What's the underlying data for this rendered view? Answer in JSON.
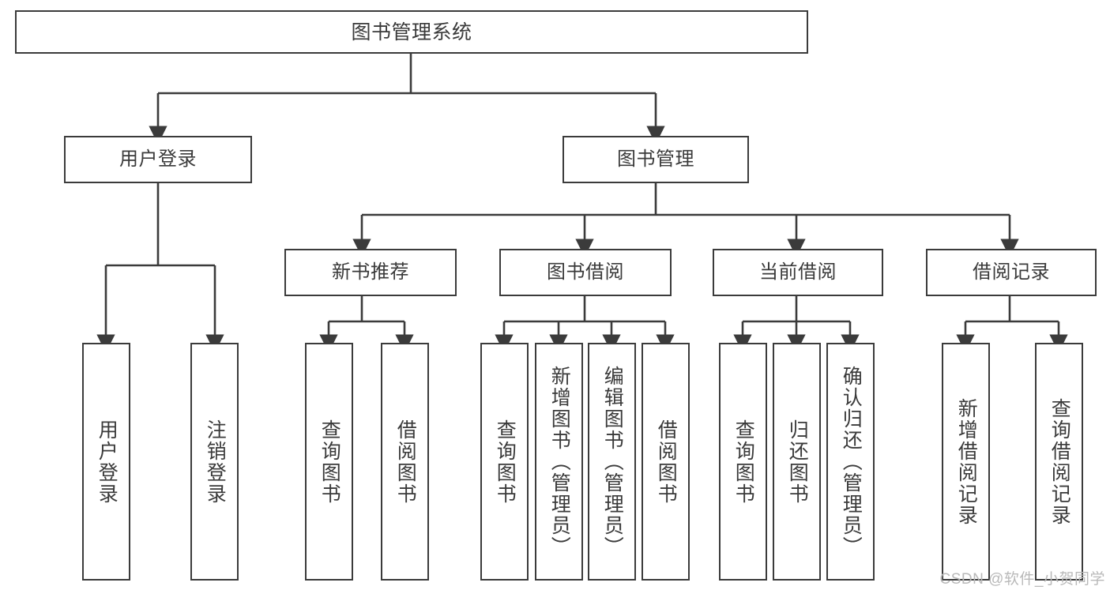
{
  "diagram": {
    "title": "图书管理系统",
    "watermark": "CSDN @软件_小贺同学",
    "line_color": "#3b3b3b",
    "text_color": "#3a3a3a",
    "background": "#ffffff",
    "levels": {
      "root": {
        "label": "图书管理系统"
      },
      "level2": [
        {
          "id": "user-login",
          "label": "用户登录"
        },
        {
          "id": "book-manage",
          "label": "图书管理"
        }
      ],
      "level3": [
        {
          "id": "new-book-recommend",
          "label": "新书推荐"
        },
        {
          "id": "book-borrow",
          "label": "图书借阅"
        },
        {
          "id": "current-borrow",
          "label": "当前借阅"
        },
        {
          "id": "borrow-record",
          "label": "借阅记录"
        }
      ],
      "leaves": {
        "user-login": [
          {
            "id": "leaf-user-login",
            "label": "用户登录"
          },
          {
            "id": "leaf-user-logout",
            "label": "注销登录"
          }
        ],
        "new-book-recommend": [
          {
            "id": "leaf-query-book-1",
            "label": "查询图书"
          },
          {
            "id": "leaf-borrow-book-1",
            "label": "借阅图书"
          }
        ],
        "book-borrow": [
          {
            "id": "leaf-query-book-2",
            "label": "查询图书"
          },
          {
            "id": "leaf-add-book-admin",
            "label": "新增图书（管理员）"
          },
          {
            "id": "leaf-edit-book-admin",
            "label": "编辑图书（管理员）"
          },
          {
            "id": "leaf-borrow-book-2",
            "label": "借阅图书"
          }
        ],
        "current-borrow": [
          {
            "id": "leaf-query-book-3",
            "label": "查询图书"
          },
          {
            "id": "leaf-return-book",
            "label": "归还图书"
          },
          {
            "id": "leaf-confirm-return-admin",
            "label": "确认归还（管理员）"
          }
        ],
        "borrow-record": [
          {
            "id": "leaf-add-borrow-record",
            "label": "新增借阅记录"
          },
          {
            "id": "leaf-query-borrow-record",
            "label": "查询借阅记录"
          }
        ]
      }
    }
  }
}
